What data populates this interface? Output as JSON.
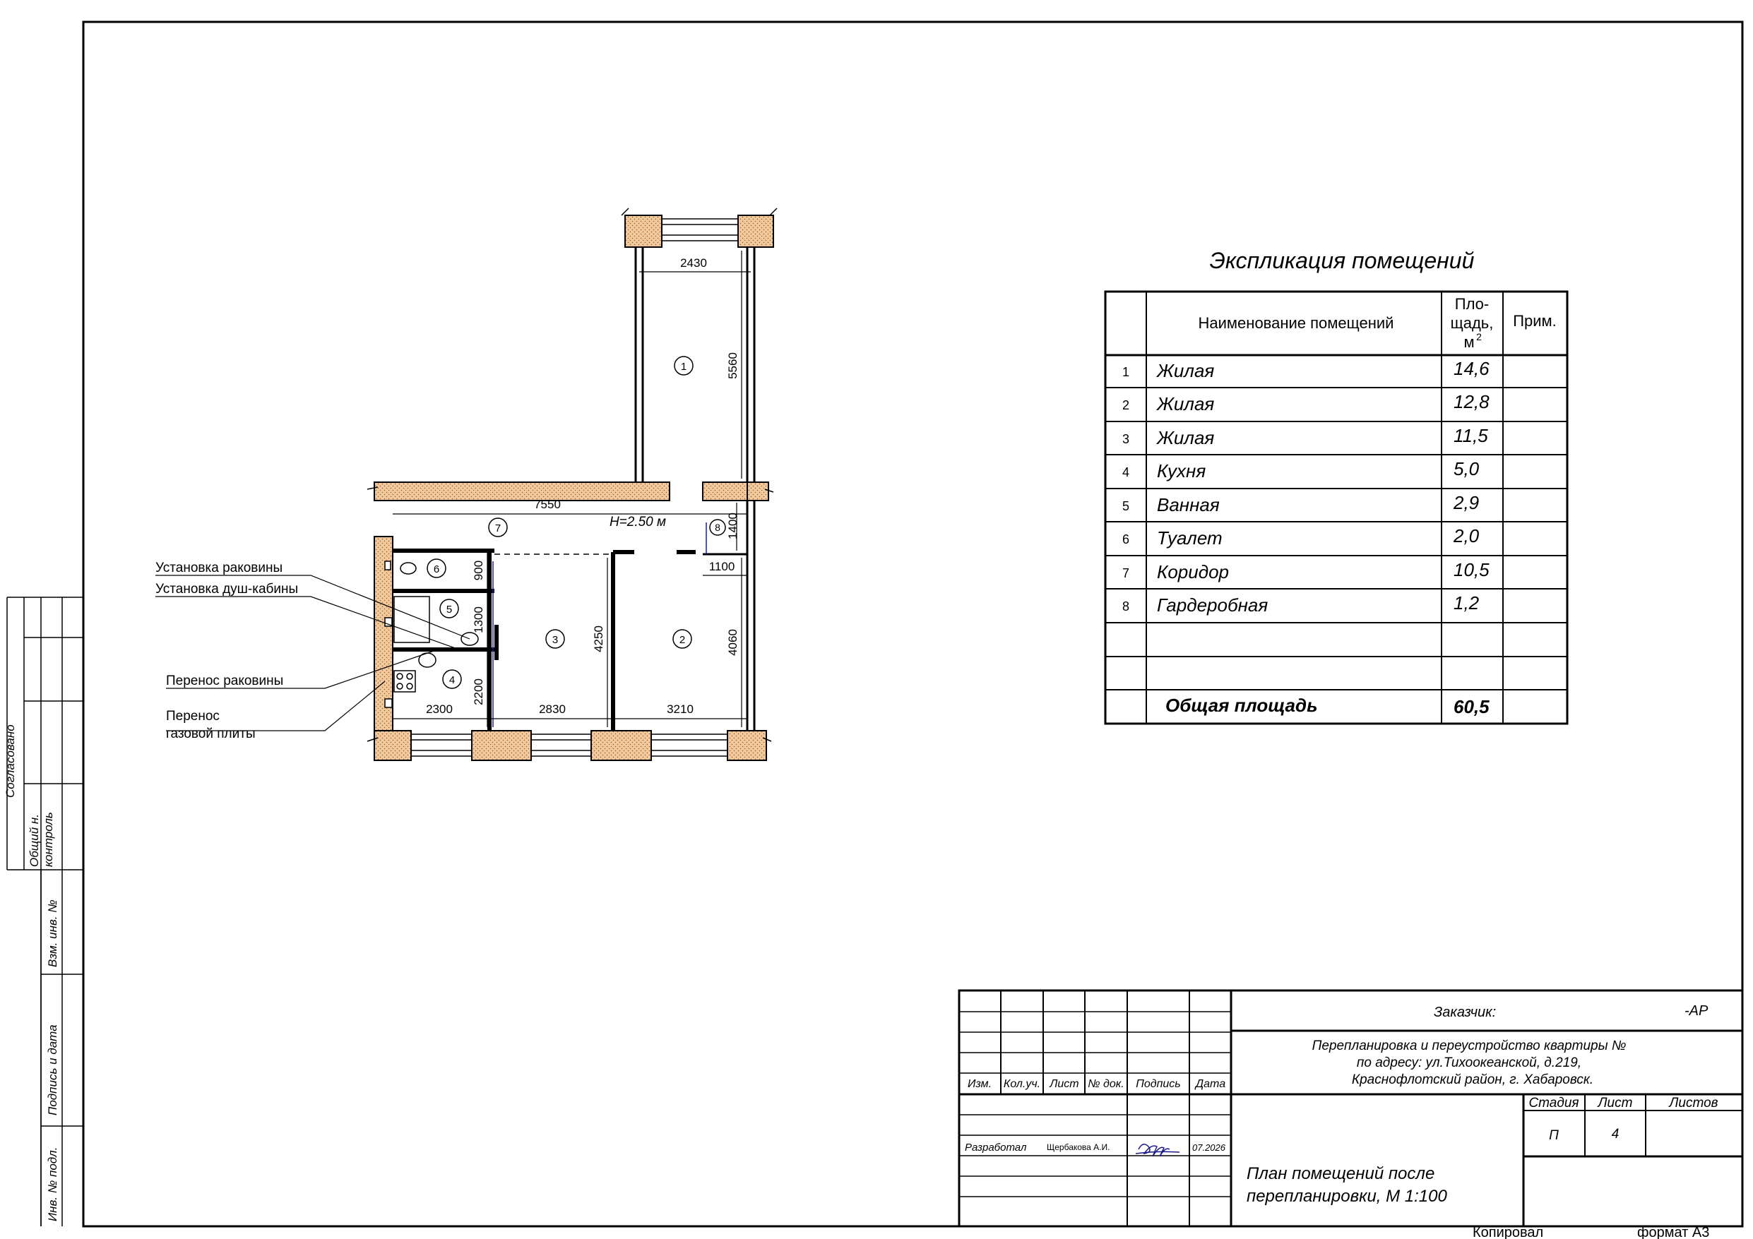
{
  "plan": {
    "dims": {
      "d2430": "2430",
      "d5560": "5560",
      "d7550": "7550",
      "d1400": "1400",
      "d1100": "1100",
      "d900": "900",
      "d1300": "1300",
      "d2200": "2200",
      "d4250": "4250",
      "d4060": "4060",
      "d2300": "2300",
      "d2830": "2830",
      "d3210": "3210"
    },
    "height_label": "H=2.50 м",
    "room_markers": [
      "1",
      "2",
      "3",
      "4",
      "5",
      "6",
      "7",
      "8"
    ],
    "callouts": [
      "Установка раковины",
      "Установка душ-кабины",
      "Перенос раковины",
      "Перенос",
      "газовой плиты"
    ]
  },
  "explication": {
    "title": "Экспликация помещений",
    "headers": {
      "no": "",
      "name": "Наименование помещений",
      "area_1": "Пло-",
      "area_2": "щадь,",
      "area_3": "м",
      "area_sup": "2",
      "note": "Прим."
    },
    "rows": [
      {
        "no": "1",
        "name": "Жилая",
        "area": "14,6",
        "note": ""
      },
      {
        "no": "2",
        "name": "Жилая",
        "area": "12,8",
        "note": ""
      },
      {
        "no": "3",
        "name": "Жилая",
        "area": "11,5",
        "note": ""
      },
      {
        "no": "4",
        "name": "Кухня",
        "area": "5,0",
        "note": ""
      },
      {
        "no": "5",
        "name": "Ванная",
        "area": "2,9",
        "note": ""
      },
      {
        "no": "6",
        "name": "Туалет",
        "area": "2,0",
        "note": ""
      },
      {
        "no": "7",
        "name": "Коридор",
        "area": "10,5",
        "note": ""
      },
      {
        "no": "8",
        "name": "Гардеробная",
        "area": "1,2",
        "note": ""
      }
    ],
    "total_label": "Общая площадь",
    "total_value": "60,5"
  },
  "stamp": {
    "customer_label": "Заказчик:",
    "code": "-АР",
    "project_1": "Перепланировка и переустройство квартиры №",
    "project_2": "по адресу: ул.Тихоокеанской, д.219,",
    "project_3": "Краснофлотский район, г. Хабаровск.",
    "col_izm": "Изм.",
    "col_kol": "Кол.уч.",
    "col_list": "Лист",
    "col_doc": "№ док.",
    "col_sign": "Подпись",
    "col_date": "Дата",
    "stage_label": "Стадия",
    "sheet_label": "Лист",
    "sheets_label": "Листов",
    "stage_value": "П",
    "sheet_value": "4",
    "developed_label": "Разработал",
    "developer_name": "Щербакова А.И.",
    "dev_date": "07.2026",
    "drawing_1": "План помещений после",
    "drawing_2": "перепланировки, М 1:100",
    "copied_label": "Копировал",
    "format_label": "формат  А3"
  },
  "side": {
    "agreed": "Согласовано",
    "control_1": "Общий н.",
    "control_2": "контроль",
    "inv_replace": "Взм. инв. №",
    "sign_date": "Подпись и дата",
    "inv_orig": "Инв. № подл."
  },
  "colors": {
    "wall_fill": "#f2c99c",
    "line": "#000000",
    "dim_blue": "#1a1aa8"
  }
}
